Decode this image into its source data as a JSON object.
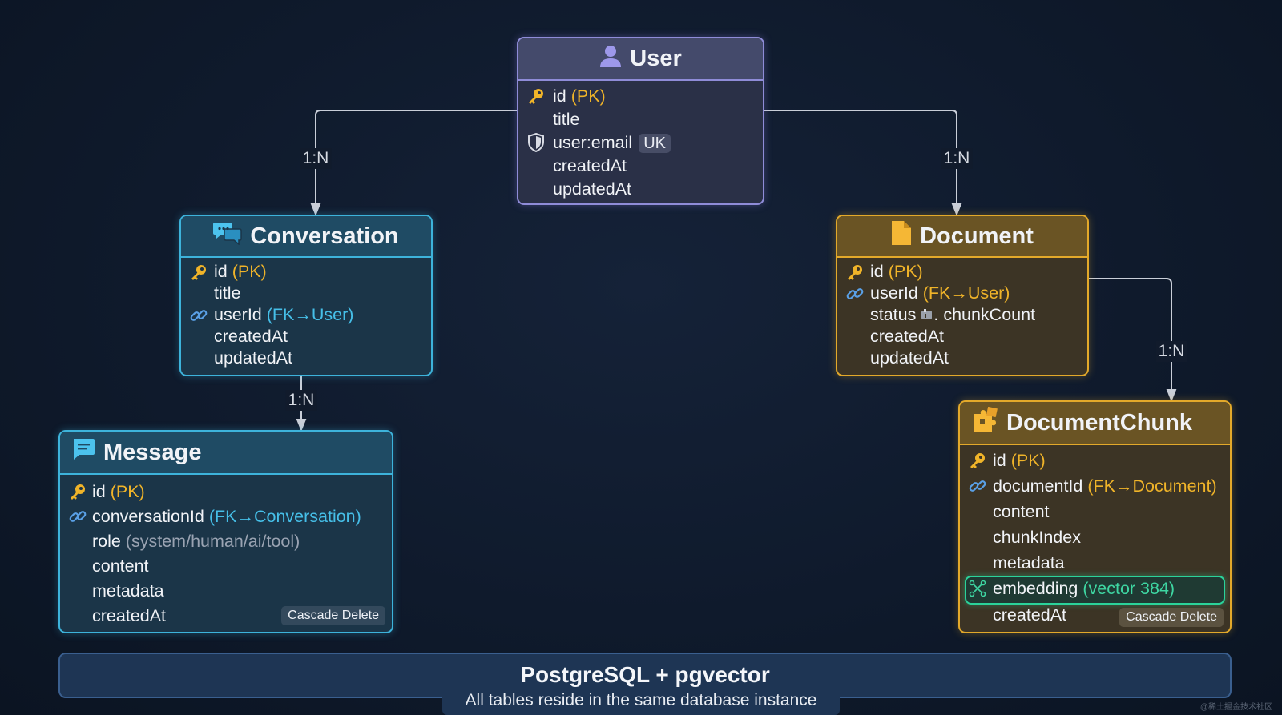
{
  "relations": [
    {
      "id": "user-conversation",
      "label": "1:N"
    },
    {
      "id": "user-document",
      "label": "1:N"
    },
    {
      "id": "conversation-message",
      "label": "1:N"
    },
    {
      "id": "document-chunk",
      "label": "1:N"
    }
  ],
  "user": {
    "title": "User",
    "icon": "user-icon",
    "fields": [
      {
        "name": "id",
        "note": "(PK)",
        "icon": "key-icon"
      },
      {
        "name": "title"
      },
      {
        "name": "user:email",
        "badge": "UK",
        "icon": "shield-icon"
      },
      {
        "name": "createdAt"
      },
      {
        "name": "updatedAt"
      }
    ]
  },
  "conversation": {
    "title": "Conversation",
    "icon": "chat-bubbles-icon",
    "fields": [
      {
        "name": "id",
        "note": "(PK)",
        "icon": "key-icon"
      },
      {
        "name": "title"
      },
      {
        "name": "userId",
        "note": "(FK→User)",
        "icon": "link-icon"
      },
      {
        "name": "createdAt"
      },
      {
        "name": "updatedAt"
      }
    ]
  },
  "message": {
    "title": "Message",
    "icon": "message-icon",
    "fields": [
      {
        "name": "id",
        "note": "(PK)",
        "icon": "key-icon"
      },
      {
        "name": "conversationId",
        "note": "(FK→Conversation)",
        "icon": "link-icon"
      },
      {
        "name": "role",
        "note": "(system/human/ai/tool)"
      },
      {
        "name": "content"
      },
      {
        "name": "metadata"
      },
      {
        "name": "createdAt"
      }
    ],
    "cascade": "Cascade Delete"
  },
  "document": {
    "title": "Document",
    "icon": "document-icon",
    "fields": [
      {
        "name": "id",
        "note": "(PK)",
        "icon": "key-icon"
      },
      {
        "name": "userId",
        "note": "(FK→User)",
        "icon": "link-icon"
      },
      {
        "name": "status",
        "extra": "chunkCount"
      },
      {
        "name": "createdAt"
      },
      {
        "name": "updatedAt"
      }
    ]
  },
  "chunk": {
    "title": "DocumentChunk",
    "icon": "puzzle-icon",
    "fields": [
      {
        "name": "id",
        "note": "(PK)",
        "icon": "key-icon"
      },
      {
        "name": "documentId",
        "note": "(FK→Document)",
        "icon": "link-icon"
      },
      {
        "name": "content"
      },
      {
        "name": "chunkIndex"
      },
      {
        "name": "metadata"
      },
      {
        "name": "embedding",
        "note": "(vector 384)",
        "icon": "vector-icon"
      },
      {
        "name": "createdAt"
      }
    ],
    "cascade": "Cascade Delete"
  },
  "footer": {
    "title": "PostgreSQL + pgvector",
    "subtitle": "All tables reside in the same database instance"
  },
  "watermark": "@稀土掘金技术社区",
  "colors": {
    "user": "#8f8cd8",
    "cyan": "#3db3db",
    "gold": "#e3a92a",
    "embedding": "#2bd39a"
  }
}
